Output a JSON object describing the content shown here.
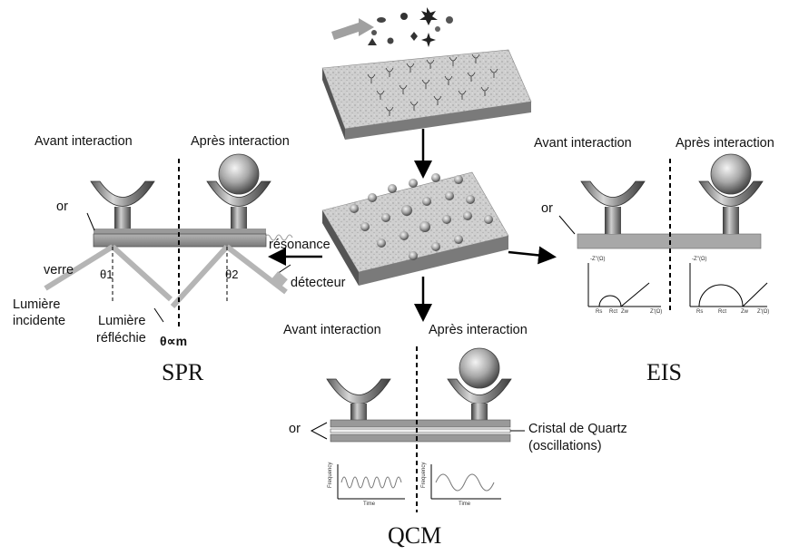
{
  "spr": {
    "title": "SPR",
    "before": "Avant interaction",
    "after": "Après interaction",
    "or": "or",
    "verre": "verre",
    "theta1": "θ1",
    "theta2": "θ2",
    "lumiere_incidente_1": "Lumière",
    "lumiere_incidente_2": "incidente",
    "lumiere_reflechie_1": "Lumière",
    "lumiere_reflechie_2": "réfléchie",
    "proportional": "θ∝m",
    "resonance": "résonance",
    "detecteur": "détecteur"
  },
  "eis": {
    "title": "EIS",
    "before": "Avant interaction",
    "after": "Après interaction",
    "or": "or",
    "y_axis": "-Z''(Ω)",
    "x_axis": "Z'(Ω)",
    "rs": "Rs",
    "rct": "Rct",
    "zw": "Zw"
  },
  "qcm": {
    "title": "QCM",
    "before": "Avant interaction",
    "after": "Après interaction",
    "or": "or",
    "crystal_1": "Cristal de Quartz",
    "crystal_2": "(oscillations)",
    "y_axis": "Frequency",
    "x_axis": "Time"
  }
}
